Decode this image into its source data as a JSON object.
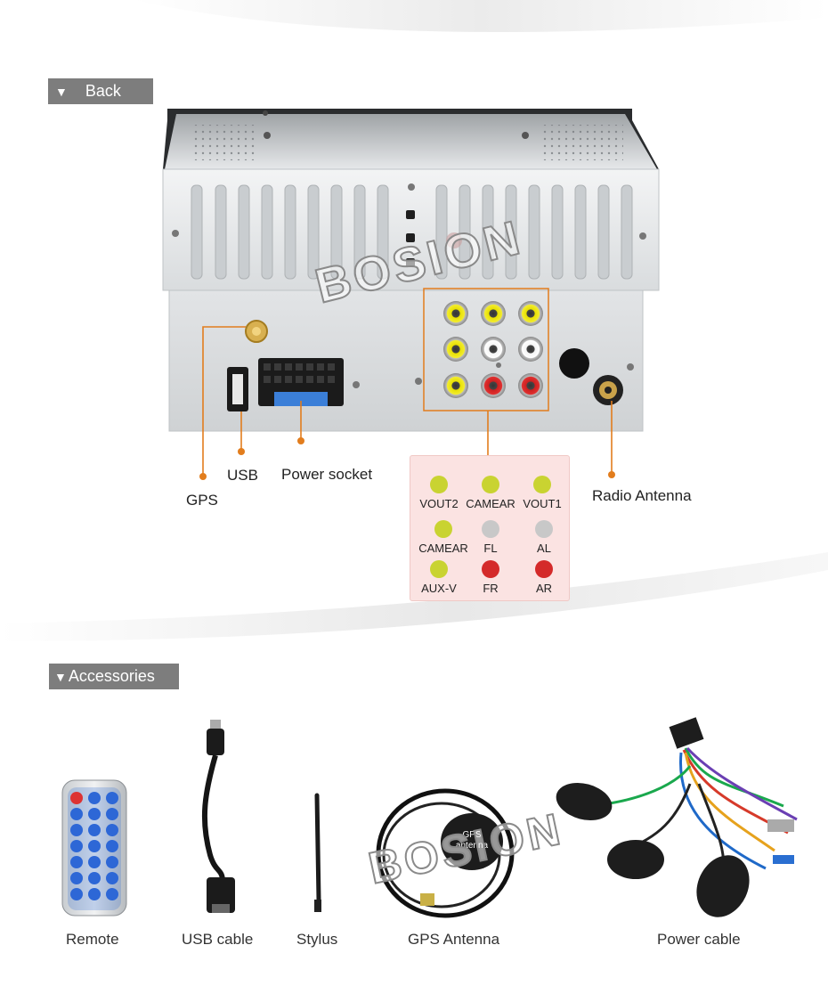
{
  "sections": {
    "back_title": "Back",
    "accessories_title": "Accessories"
  },
  "watermark": "BOSION",
  "connector_labels": {
    "gps": "GPS",
    "usb": "USB",
    "power_socket": "Power socket",
    "radio_antenna": "Radio Antenna"
  },
  "legend": [
    {
      "label": "VOUT2",
      "color": "#c9d331"
    },
    {
      "label": "CAMEAR",
      "color": "#c9d331"
    },
    {
      "label": "VOUT1",
      "color": "#c9d331"
    },
    {
      "label": "CAMEAR",
      "color": "#c9d331"
    },
    {
      "label": "FL",
      "color": "#c8c8c8"
    },
    {
      "label": "AL",
      "color": "#c8c8c8"
    },
    {
      "label": "AUX-V",
      "color": "#c9d331"
    },
    {
      "label": "FR",
      "color": "#d42a2a"
    },
    {
      "label": "AR",
      "color": "#d42a2a"
    }
  ],
  "gps_antenna_text": "GPS\nantenna",
  "accessories": {
    "remote": "Remote",
    "usb_cable": "USB cable",
    "stylus": "Stylus",
    "gps_antenna": "GPS Antenna",
    "power_cable": "Power cable"
  },
  "colors": {
    "accent": "#e27d1d",
    "tab_bg": "#7d7d7d"
  }
}
